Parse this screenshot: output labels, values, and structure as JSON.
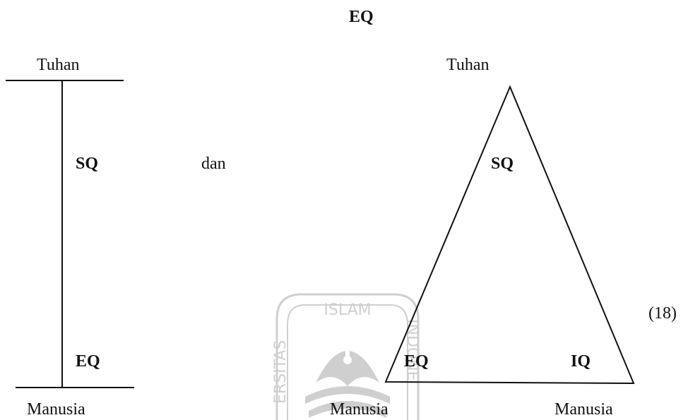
{
  "top_label": "EQ",
  "left_diagram": {
    "top": "Tuhan",
    "middle": "SQ",
    "lower": "EQ",
    "bottom": "Manusia"
  },
  "connector": "dan",
  "right_diagram": {
    "apex_label": "Tuhan",
    "inner_top": "SQ",
    "inner_left": "EQ",
    "inner_right": "IQ",
    "bottom_left": "Manusia",
    "bottom_right": "Manusia"
  },
  "equation_number": "(18)",
  "watermark": {
    "arc_text_top": "ISLAM",
    "arc_text_left": "UNIVERSITAS",
    "arc_text_right": "INDONESIA",
    "color": "#555555"
  },
  "line_color": "#111111"
}
